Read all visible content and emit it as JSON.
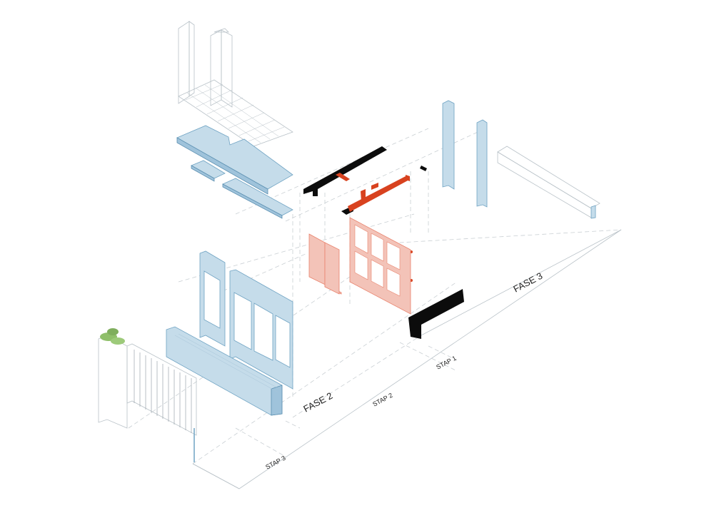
{
  "labels": {
    "fase2": "FASE 2",
    "fase3": "FASE 3",
    "stap1": "STAP 1",
    "stap2": "STAP 2",
    "stap3": "STAP 3"
  },
  "colors": {
    "background": "#ffffff",
    "glass_blue": "#c5dcea",
    "structure_red": "#d8421f",
    "demolition_pink": "#f3c3b8",
    "existing_black": "#0c0c0c",
    "plant_green": "#8fbf6a"
  }
}
